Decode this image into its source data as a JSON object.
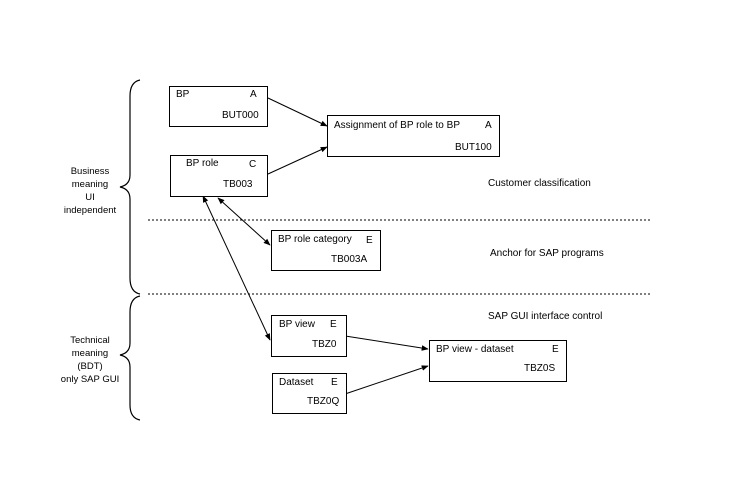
{
  "left_labels": {
    "business": [
      "Business",
      "meaning",
      "UI",
      "independent"
    ],
    "technical": [
      "Technical",
      "meaning",
      "(BDT)",
      "only SAP GUI"
    ]
  },
  "right_labels": {
    "customer_classification": "Customer classification",
    "anchor": "Anchor for SAP programs",
    "gui_control": "SAP GUI interface control"
  },
  "boxes": {
    "bp": {
      "name": "BP",
      "type": "A",
      "table": "BUT000"
    },
    "assignment": {
      "name": "Assignment of BP role to BP",
      "type": "A",
      "table": "BUT100"
    },
    "bp_role": {
      "name": "BP role",
      "type": "C",
      "table": "TB003"
    },
    "role_category": {
      "name": "BP role category",
      "type": "E",
      "table": "TB003A"
    },
    "bp_view": {
      "name": "BP view",
      "type": "E",
      "table": "TBZ0"
    },
    "dataset": {
      "name": "Dataset",
      "type": "E",
      "table": "TBZ0Q"
    },
    "view_dataset": {
      "name": "BP view - dataset",
      "type": "E",
      "table": "TBZ0S"
    }
  }
}
